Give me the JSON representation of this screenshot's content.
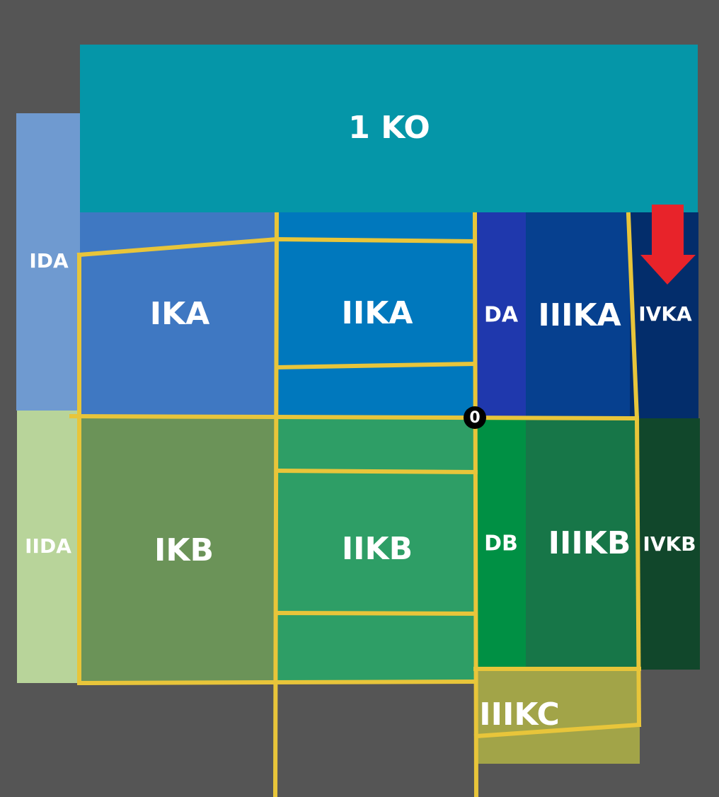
{
  "colors": {
    "background": "#555555",
    "boundary_line": "#e8c53a",
    "arrow": "#e8232a",
    "origin_marker": "#000000"
  },
  "zones": {
    "ko": {
      "label": "1 KO",
      "color": "#0596a8"
    },
    "ida": {
      "label": "IDA",
      "color": "#6f9ad0"
    },
    "iida": {
      "label": "IIDA",
      "color": "#b8d49a"
    },
    "ika": {
      "label": "IKA",
      "color": "#3f78c2"
    },
    "iika": {
      "label": "IIKA",
      "color": "#0078bd"
    },
    "da": {
      "label": "DA",
      "color": "#1f38ad"
    },
    "iiika": {
      "label": "IIIKA",
      "color": "#06408f"
    },
    "ivka": {
      "label": "IVKA",
      "color": "#032d6b"
    },
    "ikb": {
      "label": "IKB",
      "color": "#6b9358"
    },
    "iikb": {
      "label": "IIKB",
      "color": "#2e9e66"
    },
    "db": {
      "label": "DB",
      "color": "#009044"
    },
    "iiikb": {
      "label": "IIIKB",
      "color": "#177648"
    },
    "ivkb": {
      "label": "IVKB",
      "color": "#11472b"
    },
    "iiikc": {
      "label": "IIIKC",
      "color": "#a2a448"
    }
  },
  "origin": {
    "label": "0"
  },
  "arrow": {
    "icon": "down-arrow-icon",
    "direction": "down"
  }
}
